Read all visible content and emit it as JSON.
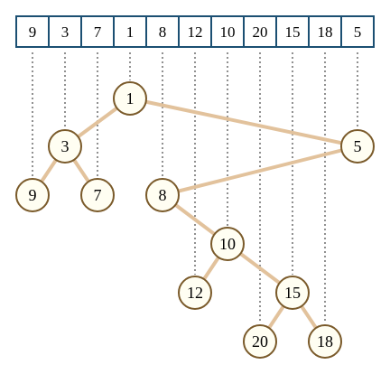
{
  "array": {
    "values": [
      "9",
      "3",
      "7",
      "1",
      "8",
      "12",
      "10",
      "20",
      "15",
      "18",
      "5"
    ]
  },
  "tree": {
    "nodes": [
      {
        "label": "1",
        "index": 3,
        "depth": 0
      },
      {
        "label": "3",
        "index": 1,
        "depth": 1
      },
      {
        "label": "5",
        "index": 10,
        "depth": 1
      },
      {
        "label": "9",
        "index": 0,
        "depth": 2
      },
      {
        "label": "7",
        "index": 2,
        "depth": 2
      },
      {
        "label": "8",
        "index": 4,
        "depth": 2
      },
      {
        "label": "10",
        "index": 6,
        "depth": 3
      },
      {
        "label": "12",
        "index": 5,
        "depth": 4
      },
      {
        "label": "15",
        "index": 8,
        "depth": 4
      },
      {
        "label": "20",
        "index": 7,
        "depth": 5
      },
      {
        "label": "18",
        "index": 9,
        "depth": 5
      }
    ],
    "edges": [
      [
        "1",
        "3"
      ],
      [
        "1",
        "5"
      ],
      [
        "3",
        "9"
      ],
      [
        "3",
        "7"
      ],
      [
        "5",
        "8"
      ],
      [
        "8",
        "10"
      ],
      [
        "10",
        "12"
      ],
      [
        "10",
        "15"
      ],
      [
        "15",
        "20"
      ],
      [
        "15",
        "18"
      ]
    ]
  },
  "colors": {
    "cell_border": "#1b4f72",
    "node_border": "#7a5a2a",
    "node_fill": "#fffef2",
    "edge": "#e2c29c",
    "guide": "#555555"
  }
}
